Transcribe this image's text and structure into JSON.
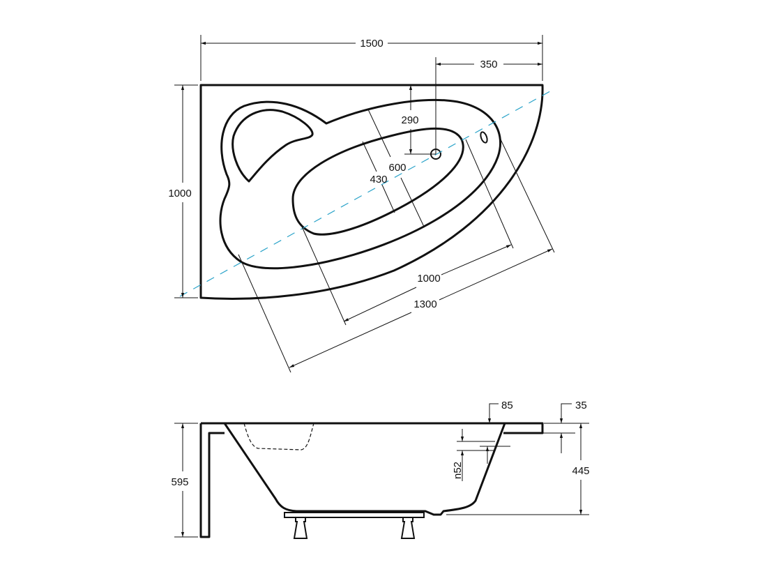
{
  "top_view": {
    "overall_length": "1500",
    "drain_offset_x": "350",
    "drain_offset_y": "290",
    "overall_width": "1000",
    "outer_basin_width": "600",
    "inner_basin_width": "430",
    "inner_basin_length": "1000",
    "outer_basin_length": "1300"
  },
  "side_view": {
    "overall_height": "595",
    "basin_depth": "445",
    "rim_offset": "85",
    "rim_thickness": "35",
    "overflow_diameter": "n52"
  },
  "colors": {
    "axis_line": "#2aa3c9",
    "outline": "#111111"
  }
}
